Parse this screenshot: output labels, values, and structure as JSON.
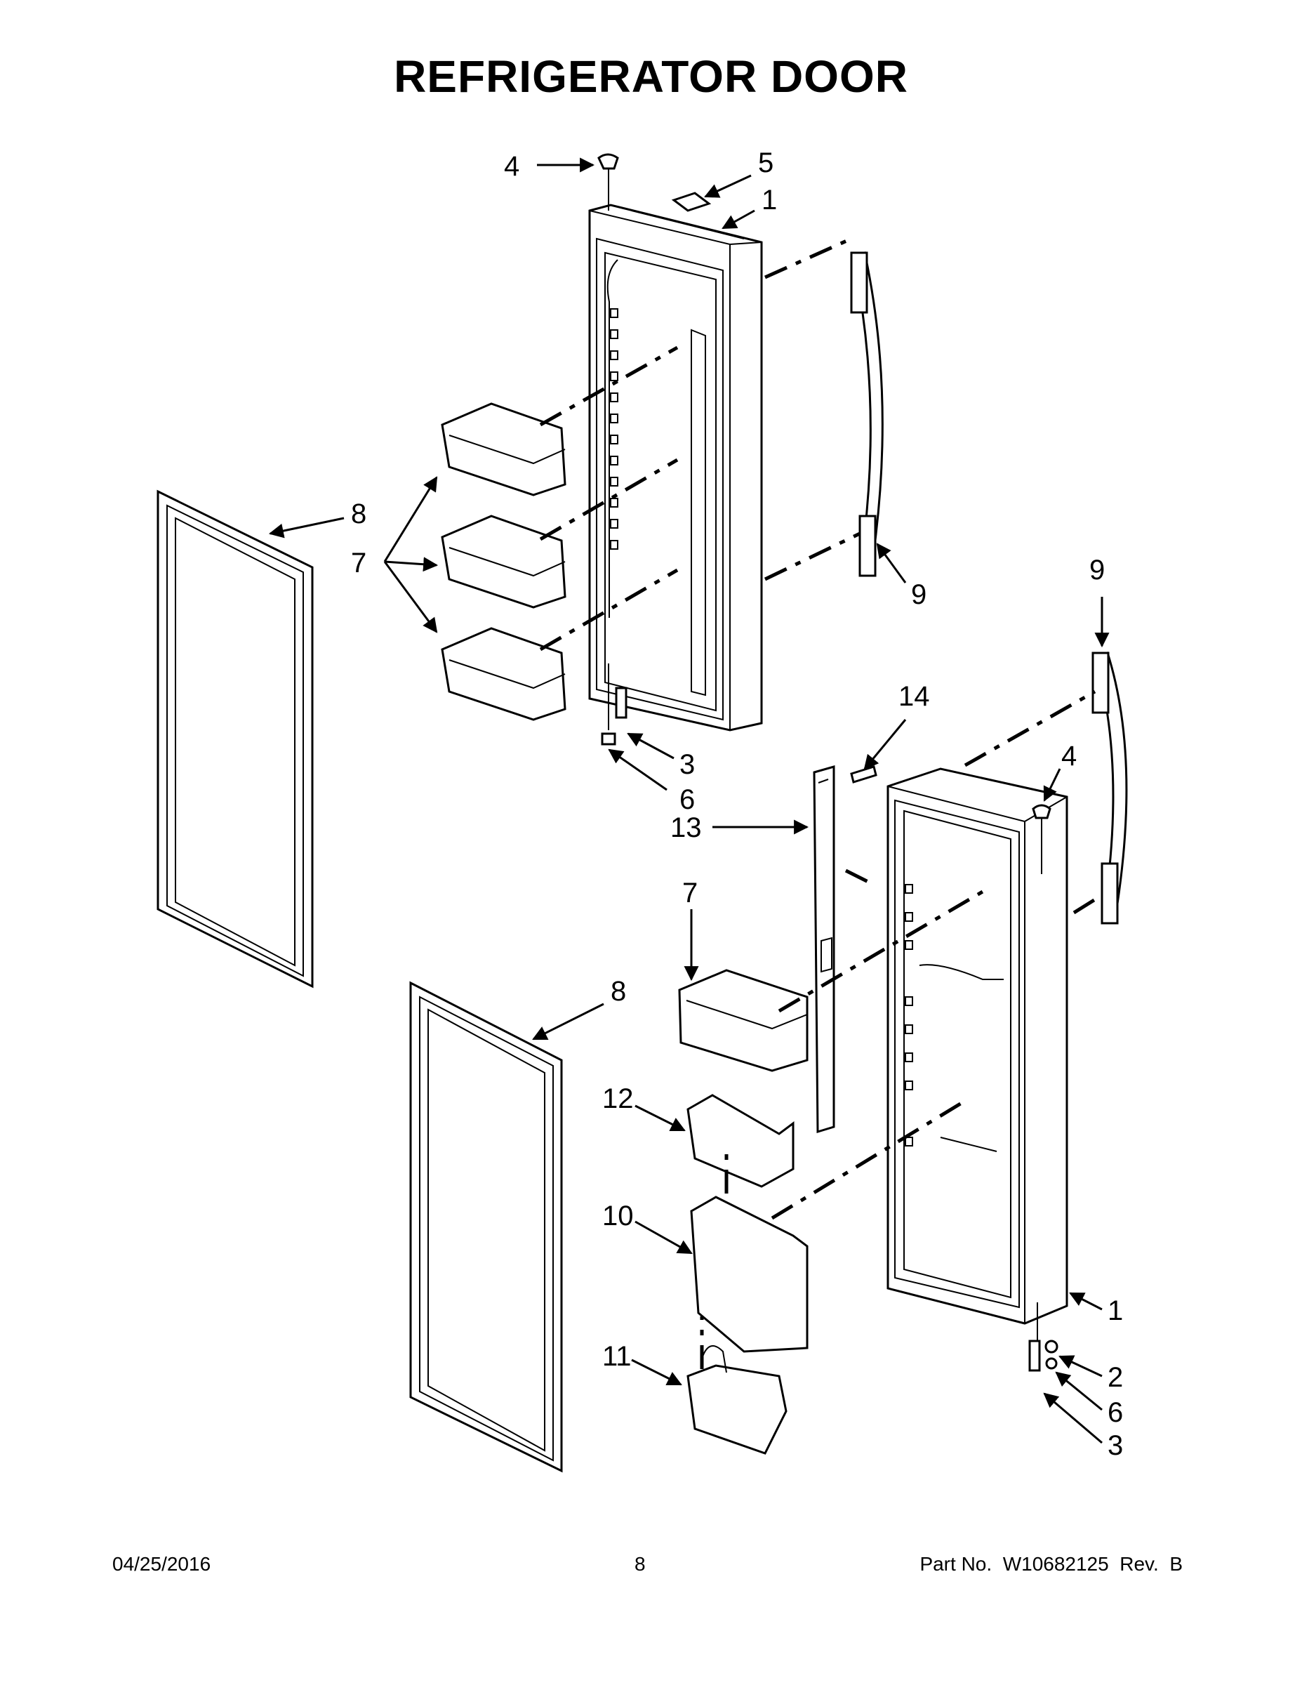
{
  "page": {
    "title": "REFRIGERATOR DOOR",
    "footer": {
      "date": "04/25/2016",
      "page_number": "8",
      "part_number": "Part No.  W10682125  Rev.  B"
    }
  },
  "callouts": {
    "c1_top": "1",
    "c4_top": "4",
    "c5": "5",
    "c7_left": "7",
    "c8_left": "8",
    "c9_upper": "9",
    "c3_left": "3",
    "c6_left": "6",
    "c9_right": "9",
    "c14": "14",
    "c4_right": "4",
    "c13": "13",
    "c7_right": "7",
    "c8_lower": "8",
    "c12": "12",
    "c10": "10",
    "c11": "11",
    "c1_lower": "1",
    "c2": "2",
    "c6_right": "6",
    "c3_right": "3"
  }
}
